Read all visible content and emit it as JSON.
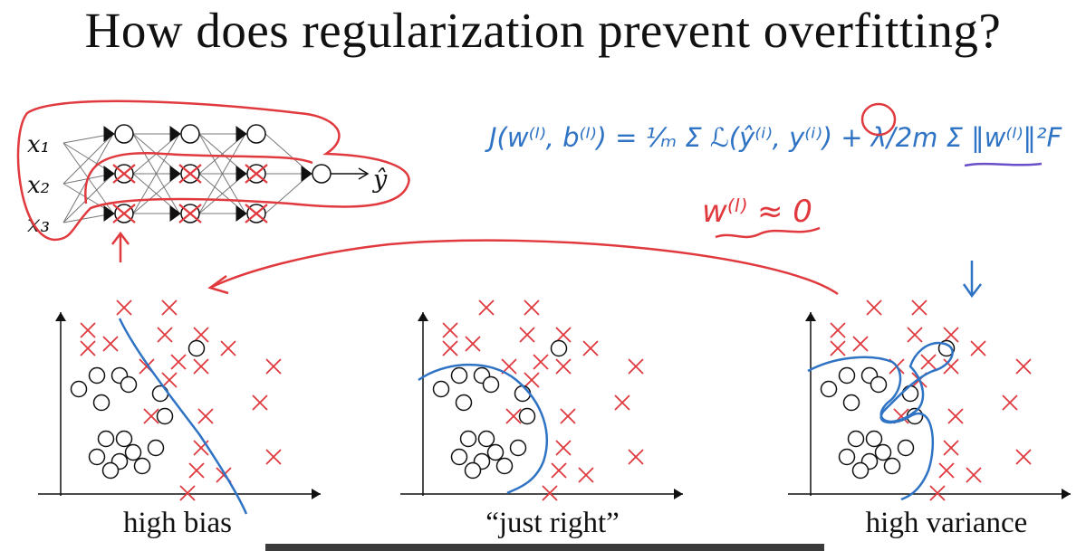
{
  "title": "How does regularization prevent overfitting?",
  "network": {
    "inputs": [
      "x₁",
      "x₂",
      "x₃"
    ],
    "output": "ŷ"
  },
  "formula": {
    "text": "J(w⁽ˡ⁾, b⁽ˡ⁾) = ¹⁄ₘ Σ ℒ(ŷ⁽ⁱ⁾, y⁽ⁱ⁾) + λ/2m Σ ‖w⁽ˡ⁾‖²F",
    "approx": "w⁽ˡ⁾ ≈ 0"
  },
  "plots": [
    {
      "caption": "high bias"
    },
    {
      "caption": "“just right”"
    },
    {
      "caption": "high variance"
    }
  ],
  "colors": {
    "red": "#e0393e",
    "blue": "#2f73c4",
    "purple": "#6b4fc8",
    "black": "#111111"
  }
}
